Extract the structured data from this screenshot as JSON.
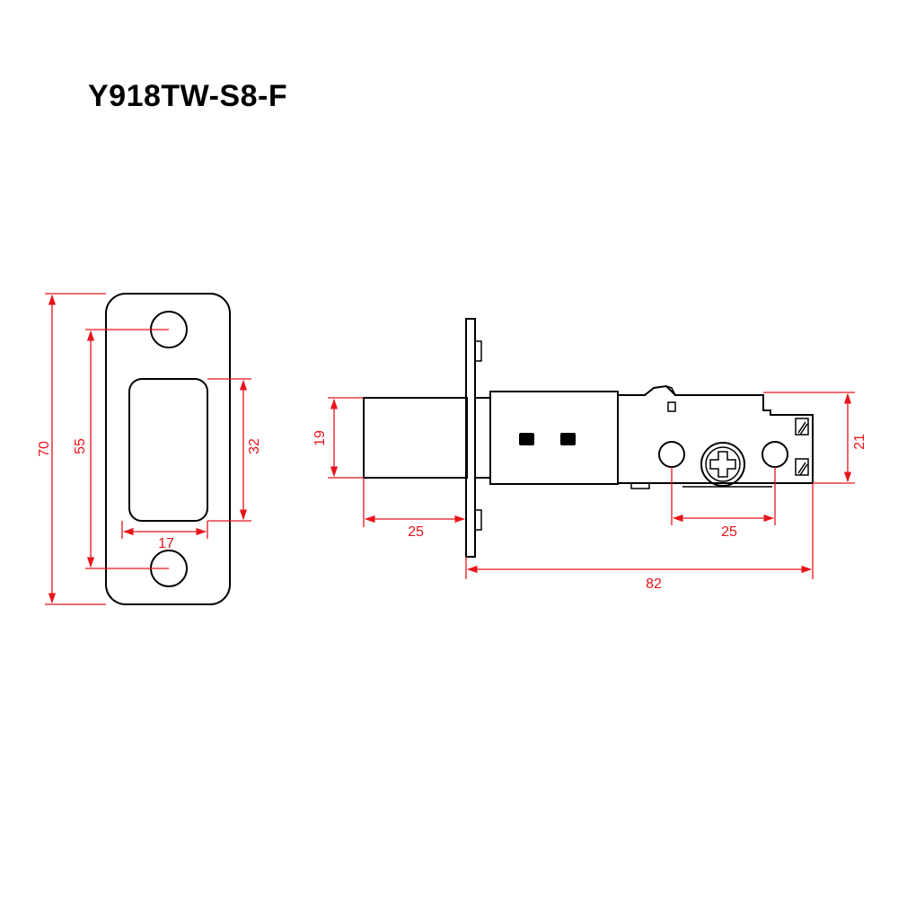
{
  "title": "Y918TW-S8-F",
  "colors": {
    "dimension": "#e8141b",
    "outline": "#000000"
  },
  "strike_plate": {
    "dims": {
      "height_total": "70",
      "hole_spacing": "55",
      "opening_height": "32",
      "opening_width": "17"
    }
  },
  "latch": {
    "dims": {
      "bolt_height": "19",
      "bolt_length": "25",
      "body_height": "21",
      "hole_spacing": "25",
      "backset": "82"
    }
  }
}
